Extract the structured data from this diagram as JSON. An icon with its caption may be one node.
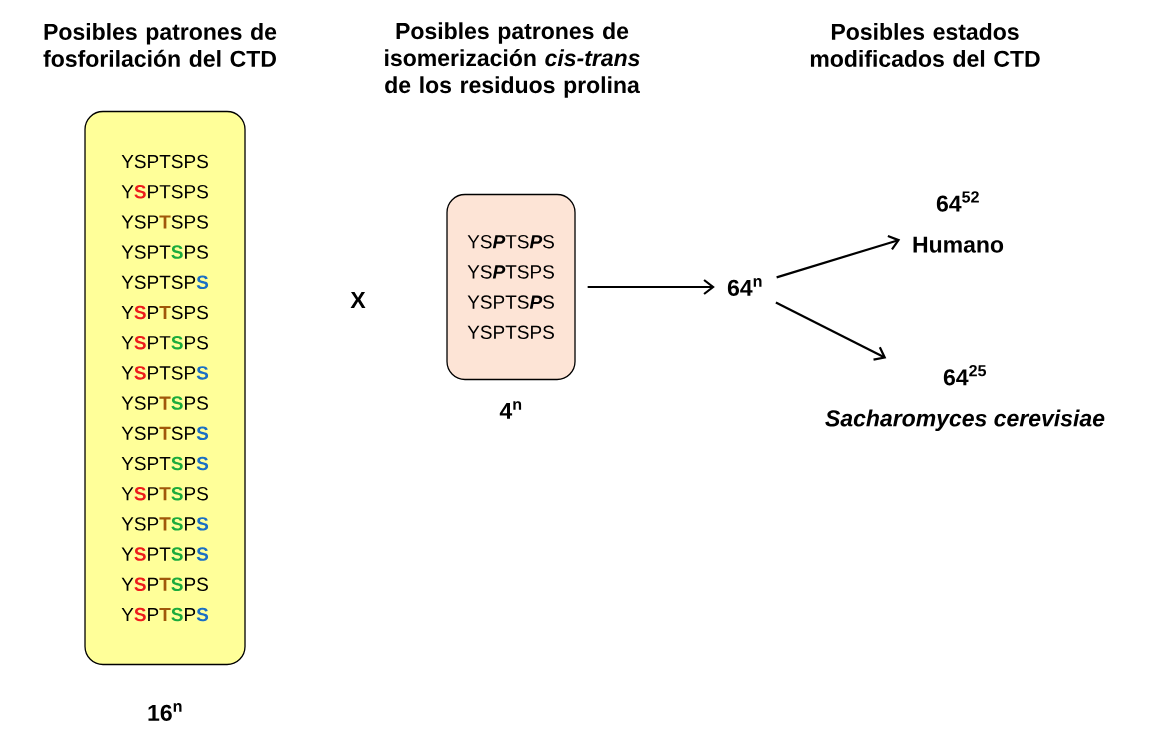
{
  "diagram": {
    "nodes": [
      {
        "text": [
          "YSPTSPS",
          "Y**S**PTSPS",
          "YSP**T**SPS",
          "YSPT**S**PS",
          "YSPTSP**S**",
          "Y**S**P**T**SPS",
          "Y**S**PT**S**PS",
          "Y**S**PTSP**S**",
          "YSP**T****S**PS",
          "YSP**T**SP**S**",
          "YSPT**S**P**S**",
          "Y**S**P**T****S**PS",
          "YSP**T****S**P**S**",
          "Y**S**PT**S**P**S**",
          "Y**S**P**T****S**PS",
          "Y**S**P**T****S**P**S**"
        ],
        "beside": [
          "16$^{n}$"
        ]
      },
      {
        "text": [
          "YS**P**TS**P**S",
          "YS**P**TSPS",
          "YSPTS**P**S",
          "YSPTSPS"
        ],
        "beside": [
          "4$^{n}$"
        ]
      },
      {
        "text": [
          "64$^{n}$"
        ]
      },
      {
        "text": [
          "64$^{52}$",
          "Humano"
        ]
      },
      {
        "text": [
          "64$^{25}$",
          "Sacharomyces cerevisiae"
        ]
      }
    ],
    "edges": [
      {
        "from": 1,
        "to": 2,
        "arrow": "to"
      },
      {
        "from": 2,
        "to": 3,
        "arrow": "to"
      },
      {
        "from": 2,
        "to": 4,
        "arrow": "to"
      }
    ],
    "labels": [
      "Posibles patrones de fosforilación del CTD",
      "Posibles patrones de isomerización *cis-trans* de los residuos prolina",
      "Posibles estados modificados del CTD",
      "X"
    ]
  }
}
